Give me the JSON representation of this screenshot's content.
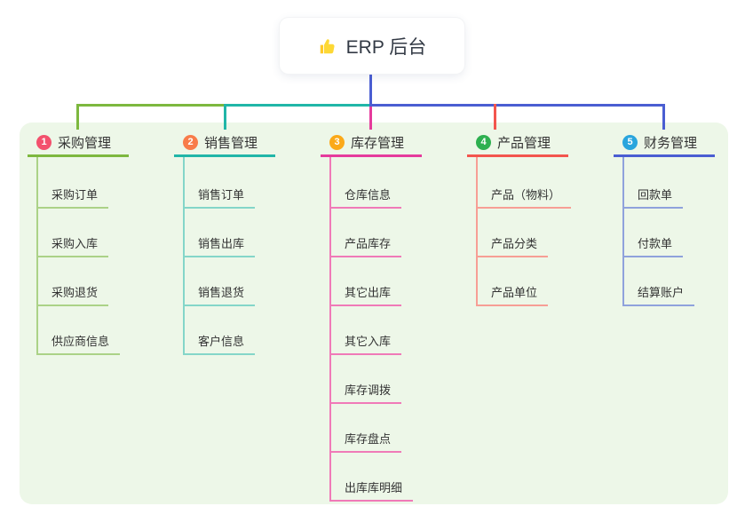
{
  "root": {
    "label": "ERP 后台",
    "icon": "thumbs-up-icon"
  },
  "branches": [
    {
      "index": "1",
      "label": "采购管理",
      "badge_color": "#f3516d",
      "line_color": "#7db83f",
      "child_line_color": "#abd287",
      "children": [
        "采购订单",
        "采购入库",
        "采购退货",
        "供应商信息"
      ]
    },
    {
      "index": "2",
      "label": "销售管理",
      "badge_color": "#f87c4a",
      "line_color": "#21b6a8",
      "child_line_color": "#84d6c9",
      "children": [
        "销售订单",
        "销售出库",
        "销售退货",
        "客户信息"
      ]
    },
    {
      "index": "3",
      "label": "库存管理",
      "badge_color": "#fba919",
      "line_color": "#e53b9c",
      "child_line_color": "#f07ab8",
      "children": [
        "仓库信息",
        "产品库存",
        "其它出库",
        "其它入库",
        "库存调拨",
        "库存盘点",
        "出库库明细"
      ]
    },
    {
      "index": "4",
      "label": "产品管理",
      "badge_color": "#2eb050",
      "line_color": "#f3554e",
      "child_line_color": "#f79e95",
      "children": [
        "产品（物料）",
        "产品分类",
        "产品单位"
      ]
    },
    {
      "index": "5",
      "label": "财务管理",
      "badge_color": "#29a5dd",
      "line_color": "#4a5ed2",
      "child_line_color": "#8fa2dc",
      "children": [
        "回款单",
        "付款单",
        "结算账户"
      ]
    }
  ],
  "colors": {
    "panel_bg": "#edf7e8",
    "stem": "#4a5ed2",
    "card_bg": "#ffffff",
    "text": "#333333",
    "root_text": "#333a45"
  }
}
